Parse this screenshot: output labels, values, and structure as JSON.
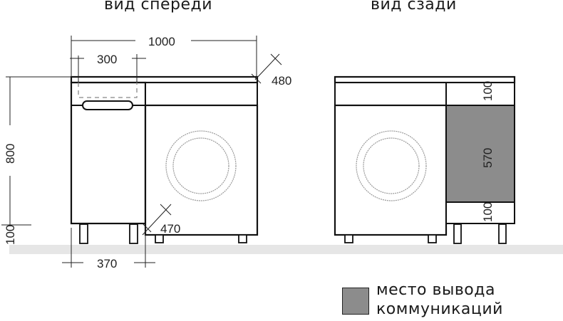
{
  "titles": {
    "front": "вид спереди",
    "back": "вид сзади"
  },
  "front_view": {
    "dimensions": {
      "total_width": "1000",
      "drawer_width": "300",
      "depth_top": "480",
      "height": "800",
      "leg_height": "100",
      "cabinet_width": "370",
      "depth_bottom": "470"
    }
  },
  "back_view": {
    "dimensions": {
      "top_section": "100",
      "utility_zone": "570",
      "bottom_section": "100"
    }
  },
  "legend": {
    "line1": "место вывода",
    "line2": "коммуникаций",
    "swatch_color": "#8c8c8c"
  }
}
